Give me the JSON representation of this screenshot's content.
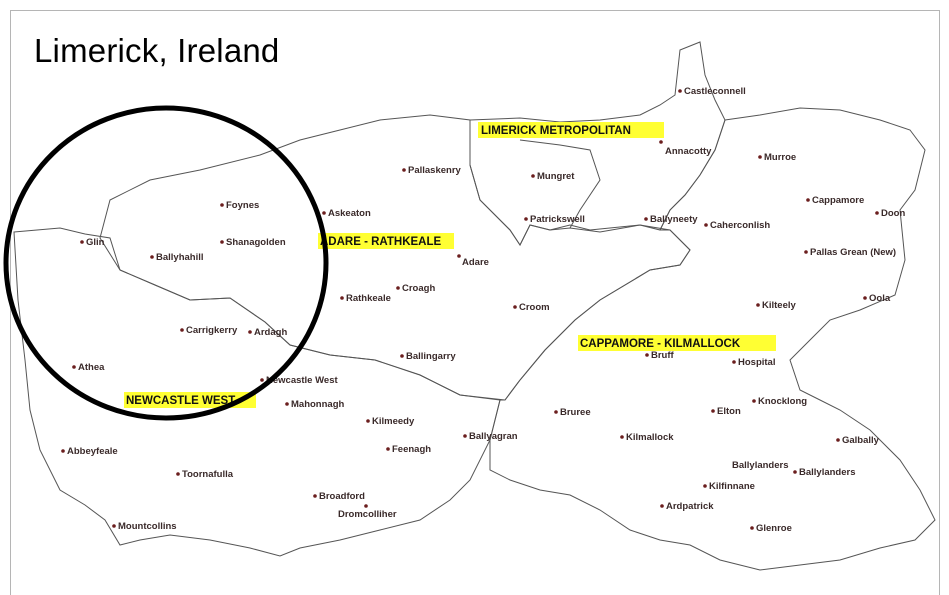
{
  "title": "Limerick, Ireland",
  "colors": {
    "newcastle_west": "#b3f5f7",
    "adare_rathkeale": "#f6cdd0",
    "limerick_metropolitan": "#b5b5b5",
    "cappamore_kilmallock": "#c9f5c0",
    "region_label_highlight": "#ffff33",
    "circle": "#000000"
  },
  "regions": [
    {
      "id": "newcastle-west",
      "label": "NEWCASTLE WEST"
    },
    {
      "id": "adare-rathkeale",
      "label": "ADARE - RATHKEALE"
    },
    {
      "id": "limerick-metropolitan",
      "label": "LIMERICK METROPOLITAN"
    },
    {
      "id": "cappamore-kilmallock",
      "label": "CAPPAMORE - KILMALLOCK"
    }
  ],
  "towns": [
    "Glin",
    "Ballyhahill",
    "Shanagolden",
    "Foynes",
    "Askeaton",
    "Pallaskenry",
    "Mungret",
    "Patrickswell",
    "Annacotty",
    "Castleconnell",
    "Ballyneety",
    "Adare",
    "Croagh",
    "Rathkeale",
    "Croom",
    "Carrigkerry",
    "Ardagh",
    "Athea",
    "Ballingarry",
    "Newcastle West",
    "Mahonnagh",
    "Kilmeedy",
    "Feenagh",
    "Abbeyfeale",
    "Toornafulla",
    "Broadford",
    "Dromcolliher",
    "Mountcollins",
    "Ballyagran",
    "Bruree",
    "Kilmallock",
    "Elton",
    "Knocklong",
    "Galbally",
    "Ballylanders",
    "Ballylanders",
    "Kilfinnane",
    "Ardpatrick",
    "Glenroe",
    "Bruff",
    "Hospital",
    "Kilteely",
    "Oola",
    "Pallas Grean (New)",
    "Cappamore",
    "Doon",
    "Murroe",
    "Caherconlish"
  ],
  "icons": {
    "highlight_circle": "circle-outline"
  }
}
